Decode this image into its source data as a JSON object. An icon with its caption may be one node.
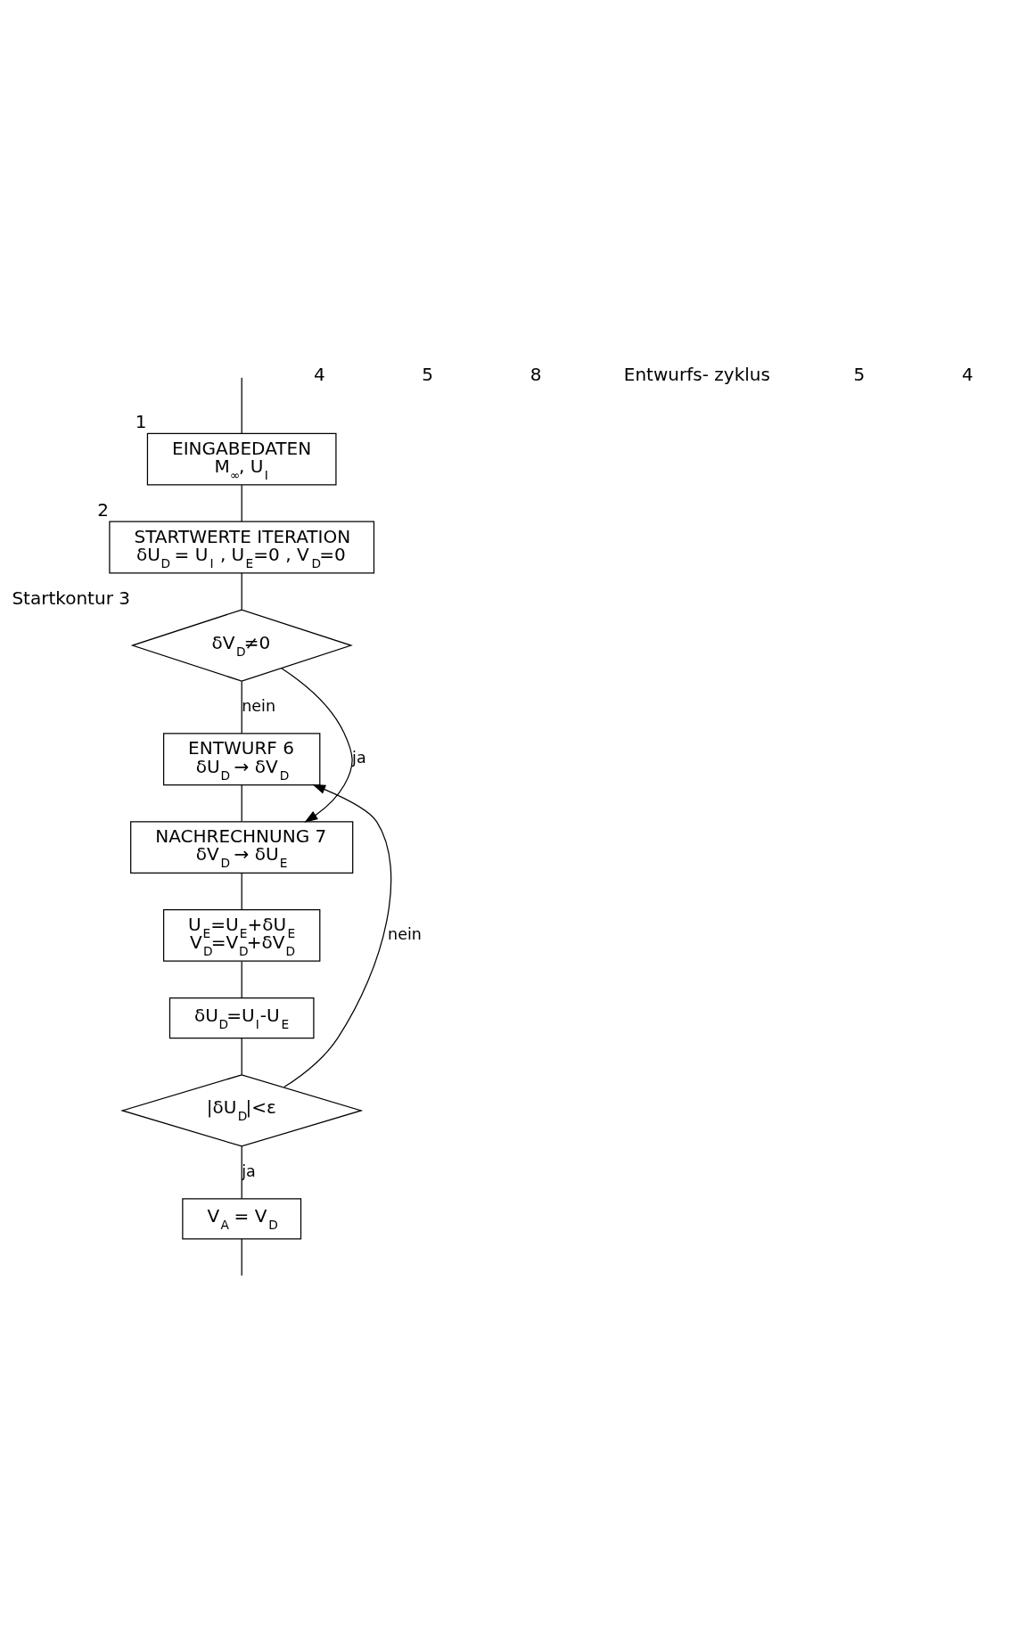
{
  "diagram": {
    "nodes": [
      {
        "text": [
          "EINGABEDATEN",
          "M$_{∞}$, U$_{I}$"
        ],
        "beside": [
          "1"
        ]
      },
      {
        "text": [
          "STARTWERTE ITERATION",
          "δU$_{D}$ = U$_{I}$ , U$_{E}$=0 , V$_{D}$=0"
        ],
        "beside": [
          "2"
        ]
      },
      {
        "text": [
          "δV$_{D}$≠0"
        ],
        "beside": [
          "Startkontur 3"
        ]
      },
      {
        "text": [
          "ENTWURF 6",
          "δU$_{D}$ → δV$_{D}$"
        ]
      },
      {
        "text": [
          "NACHRECHNUNG 7",
          "δV$_{D}$ → δU$_{E}$"
        ]
      },
      {
        "text": [
          "U$_{E}$=U$_{E}$+δU$_{E}$",
          "V$_{D}$=V$_{D}$+δV$_{D}$"
        ]
      },
      {
        "text": [
          "δU$_{D}$=U$_{I}$-U$_{E}$"
        ]
      },
      {
        "text": [
          "|δU$_{D}$|<ε"
        ]
      },
      {
        "text": [
          "V$_{A}$ = V$_{D}$"
        ]
      }
    ],
    "edges": [
      {
        "from": null,
        "to": 0,
        "arrow": "none"
      },
      {
        "from": 0,
        "to": 1,
        "arrow": "none"
      },
      {
        "from": 1,
        "to": 2,
        "arrow": "none"
      },
      {
        "from": 2,
        "to": 4,
        "arrow": "to",
        "label": "ja"
      },
      {
        "from": 2,
        "to": 3,
        "arrow": "none",
        "label": "nein"
      },
      {
        "from": 3,
        "to": 4,
        "arrow": "none"
      },
      {
        "from": 4,
        "to": 5,
        "arrow": "none"
      },
      {
        "from": 5,
        "to": 6,
        "arrow": "none"
      },
      {
        "from": 6,
        "to": 7,
        "arrow": "none"
      },
      {
        "from": 7,
        "to": 3,
        "arrow": "to",
        "label": "nein"
      },
      {
        "from": 7,
        "to": 8,
        "arrow": "none",
        "label": "ja"
      },
      {
        "from": 8,
        "to": null,
        "arrow": "none"
      }
    ],
    "labels": [
      "4",
      "5",
      "8",
      "Entwurfs- zyklus",
      "5",
      "4"
    ]
  }
}
